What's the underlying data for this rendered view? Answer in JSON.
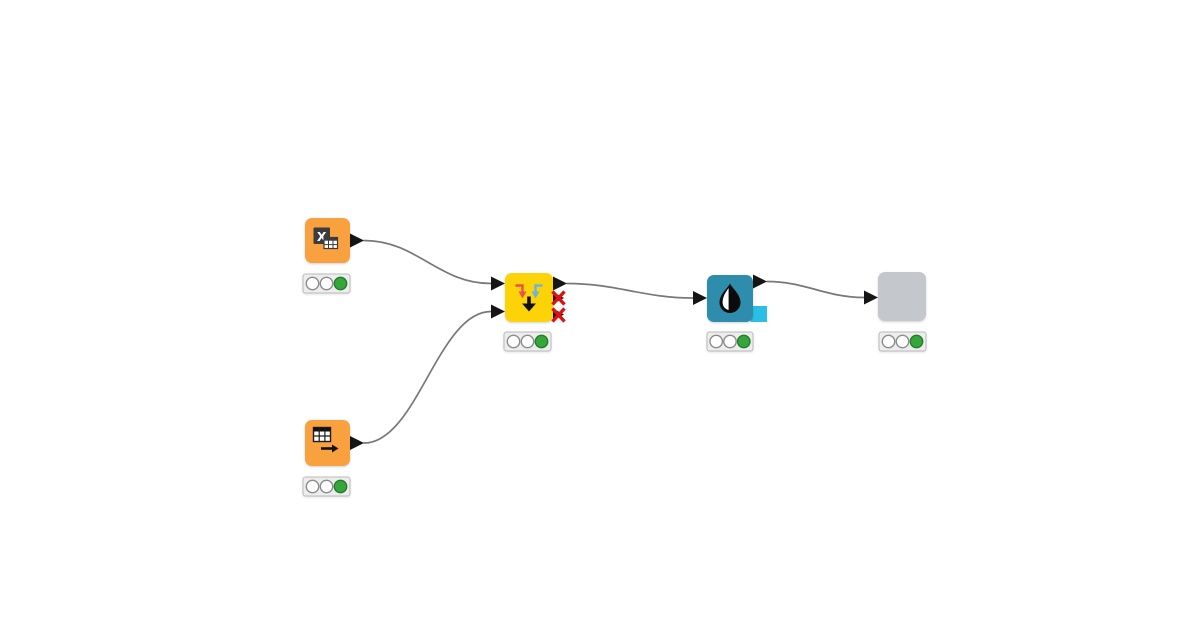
{
  "app": {
    "type": "KNIME workflow canvas",
    "background": "#ffffff"
  },
  "palette": {
    "wire": "#787878",
    "port": "#151515",
    "node_orange": "#F8A13E",
    "node_yellow": "#FCD307",
    "node_teal": "#2E8DAC",
    "node_gray": "#C4C8CC",
    "traffic_bar_bg": "#EDEDED",
    "traffic_bar_border": "#BBBBBB",
    "light_off_fill": "#FFFFFF",
    "light_off_border": "#8C8C8C",
    "light_green_fill": "#36A63B",
    "light_green_border": "#217E2B",
    "inactive_port_x": "#DD1111",
    "color_model_port": "#2BBFE6",
    "icon_red_arrow": "#E8524C",
    "icon_blue_arrow": "#6CB2E2",
    "icon_dark": "#3C3C3C",
    "icon_black": "#111111"
  },
  "workflow": {
    "nodes": [
      {
        "id": "excel-reader",
        "category": "source",
        "icon": "excel-x-table-icon",
        "icon_letter": "X",
        "color": "#F8A13E",
        "status": "executed",
        "lights": [
          "off",
          "off",
          "green"
        ],
        "in_ports": 0,
        "out_ports": 1,
        "inactive_out_ports": 0
      },
      {
        "id": "table-reader",
        "category": "source",
        "icon": "table-arrow-icon",
        "color": "#F8A13E",
        "status": "executed",
        "lights": [
          "off",
          "off",
          "green"
        ],
        "in_ports": 0,
        "out_ports": 1,
        "inactive_out_ports": 0
      },
      {
        "id": "joiner",
        "category": "manipulator",
        "icon": "merge-arrows-icon",
        "color": "#FCD307",
        "status": "executed",
        "lights": [
          "off",
          "off",
          "green"
        ],
        "in_ports": 2,
        "out_ports": 3,
        "inactive_out_ports": 2
      },
      {
        "id": "color-manager",
        "category": "visual-property",
        "icon": "droplet-icon",
        "color": "#2E8DAC",
        "status": "executed",
        "lights": [
          "off",
          "off",
          "green"
        ],
        "in_ports": 1,
        "out_ports": 1,
        "extra_out_port": "color-model-square-port",
        "inactive_out_ports": 0
      },
      {
        "id": "unknown-node",
        "category": "unknown",
        "icon": "none",
        "color": "#C4C8CC",
        "status": "executed",
        "lights": [
          "off",
          "off",
          "green"
        ],
        "in_ports": 1,
        "out_ports": 0,
        "inactive_out_ports": 0
      }
    ],
    "connections": [
      {
        "from": "excel-reader",
        "from_port": 1,
        "to": "joiner",
        "to_port": 1
      },
      {
        "from": "table-reader",
        "from_port": 1,
        "to": "joiner",
        "to_port": 2
      },
      {
        "from": "joiner",
        "from_port": 1,
        "to": "color-manager",
        "to_port": 1
      },
      {
        "from": "color-manager",
        "from_port": 1,
        "to": "unknown-node",
        "to_port": 1
      }
    ]
  }
}
